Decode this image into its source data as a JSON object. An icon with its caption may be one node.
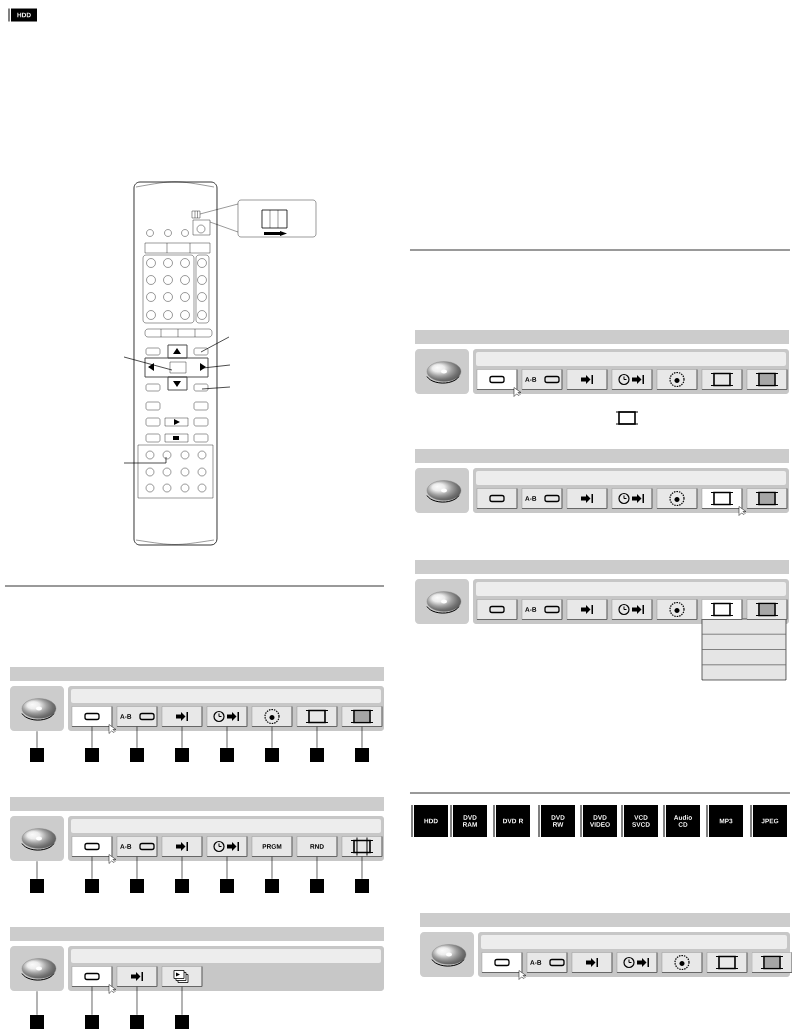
{
  "diagram": {
    "nodes": [
      {
        "text": [],
        "shape": "picture"
      },
      {
        "text": [],
        "shape": "box"
      },
      {
        "text": [
          "A-B"
        ]
      },
      {
        "text": [],
        "shape": "box"
      },
      {
        "text": [],
        "shape": "box"
      },
      {
        "text": [],
        "shape": "box"
      },
      {
        "text": [],
        "shape": "box"
      },
      {
        "text": [],
        "shape": "box"
      },
      {
        "text": [],
        "shape": "box"
      },
      {
        "text": [],
        "shape": "box"
      },
      {
        "text": [],
        "shape": "box"
      },
      {
        "text": [],
        "shape": "box"
      },
      {
        "text": [],
        "shape": "box"
      },
      {
        "text": [],
        "shape": "box"
      },
      {
        "text": [],
        "shape": "box"
      },
      {
        "text": [],
        "shape": "box"
      },
      {
        "text": [],
        "shape": "picture"
      },
      {
        "text": [],
        "shape": "box"
      },
      {
        "text": [
          "A-B"
        ]
      },
      {
        "text": [],
        "shape": "box"
      },
      {
        "text": [],
        "shape": "box"
      },
      {
        "text": [
          "PRGM"
        ]
      },
      {
        "text": [
          "RND"
        ]
      },
      {
        "text": [],
        "shape": "box"
      },
      {
        "text": [],
        "shape": "box"
      },
      {
        "text": [],
        "shape": "box"
      },
      {
        "text": [],
        "shape": "box"
      },
      {
        "text": [],
        "shape": "box"
      },
      {
        "text": [],
        "shape": "box"
      },
      {
        "text": [],
        "shape": "box"
      },
      {
        "text": [],
        "shape": "box"
      },
      {
        "text": [],
        "shape": "box"
      },
      {
        "text": [],
        "shape": "picture"
      },
      {
        "text": [],
        "shape": "box"
      },
      {
        "text": [],
        "shape": "box"
      },
      {
        "text": [],
        "shape": "box"
      },
      {
        "text": [],
        "shape": "box"
      },
      {
        "text": [],
        "shape": "box"
      },
      {
        "text": [],
        "shape": "box"
      },
      {
        "text": [],
        "shape": "box"
      },
      {
        "text": [],
        "shape": "picture"
      },
      {
        "text": [],
        "shape": "box"
      },
      {
        "text": [
          "A-B"
        ]
      },
      {
        "text": [],
        "shape": "box"
      },
      {
        "text": [],
        "shape": "box"
      },
      {
        "text": [],
        "shape": "box"
      },
      {
        "text": [],
        "shape": "box"
      },
      {
        "text": [],
        "shape": "box"
      },
      {
        "text": [],
        "shape": "picture"
      },
      {
        "text": [],
        "shape": "box"
      },
      {
        "text": [
          "A-B"
        ]
      },
      {
        "text": [],
        "shape": "box"
      },
      {
        "text": [],
        "shape": "box"
      },
      {
        "text": [],
        "shape": "box"
      },
      {
        "text": [],
        "shape": "box"
      },
      {
        "text": [],
        "shape": "box"
      },
      {
        "text": [],
        "shape": "picture"
      },
      {
        "text": [],
        "shape": "box"
      },
      {
        "text": [
          "A-B"
        ]
      },
      {
        "text": [],
        "shape": "box"
      },
      {
        "text": [],
        "shape": "box"
      },
      {
        "text": [],
        "shape": "box"
      },
      {
        "text": [],
        "shape": "box"
      },
      {
        "text": [],
        "shape": "box"
      },
      {
        "text": [],
        "shape": "picture"
      },
      {
        "text": [],
        "shape": "box"
      },
      {
        "text": [
          "A-B"
        ]
      },
      {
        "text": [],
        "shape": "box"
      },
      {
        "text": [],
        "shape": "box"
      },
      {
        "text": [],
        "shape": "box"
      },
      {
        "text": [],
        "shape": "box"
      },
      {
        "text": [],
        "shape": "box"
      }
    ],
    "edges": [
      {
        "from": 8,
        "to": 0,
        "arrow": "none"
      },
      {
        "from": 9,
        "to": 1,
        "arrow": "none"
      },
      {
        "from": 10,
        "to": 2,
        "arrow": "none"
      },
      {
        "from": 11,
        "to": 3,
        "arrow": "none"
      },
      {
        "from": 12,
        "to": 4,
        "arrow": "none"
      },
      {
        "from": 13,
        "to": 5,
        "arrow": "none"
      },
      {
        "from": 14,
        "to": 6,
        "arrow": "none"
      },
      {
        "from": 15,
        "to": 7,
        "arrow": "none"
      },
      {
        "from": 24,
        "to": 16,
        "arrow": "none"
      },
      {
        "from": 25,
        "to": 17,
        "arrow": "none"
      },
      {
        "from": 26,
        "to": 18,
        "arrow": "none"
      },
      {
        "from": 27,
        "to": 19,
        "arrow": "none"
      },
      {
        "from": 28,
        "to": 20,
        "arrow": "none"
      },
      {
        "from": 29,
        "to": 21,
        "arrow": "none"
      },
      {
        "from": 30,
        "to": 22,
        "arrow": "none"
      },
      {
        "from": 31,
        "to": 23,
        "arrow": "none"
      },
      {
        "from": 36,
        "to": 32,
        "arrow": "none"
      },
      {
        "from": 37,
        "to": 33,
        "arrow": "none"
      },
      {
        "from": 38,
        "to": 34,
        "arrow": "none"
      },
      {
        "from": 39,
        "to": 35,
        "arrow": "none"
      }
    ],
    "labels": [
      "HDD",
      "HDD",
      "DVD RAM",
      "DVD R",
      "DVD RW",
      "DVD VIDEO",
      "VCD SVCD",
      "Audio CD",
      "MP3",
      "JPEG"
    ]
  }
}
